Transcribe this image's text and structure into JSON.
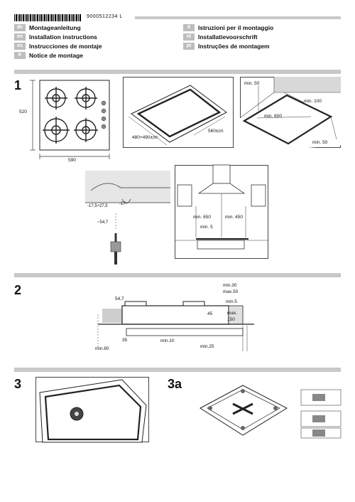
{
  "header": {
    "doc_number": "9000512234  L",
    "languages": [
      {
        "code": "de",
        "title": "Montageanleitung"
      },
      {
        "code": "en",
        "title": "Installation instructions"
      },
      {
        "code": "es",
        "title": "Instrucciones de montaje"
      },
      {
        "code": "fr",
        "title": "Notice de montage"
      },
      {
        "code": "it",
        "title": "Istruzioni per il montaggio"
      },
      {
        "code": "nl",
        "title": "Installatievoorschrift"
      },
      {
        "code": "pt",
        "title": "Instruções de montagem"
      }
    ]
  },
  "sections": {
    "s1": {
      "number": "1",
      "hob_height": "520",
      "hob_width": "590",
      "cutout_depth": "480+490±",
      "cutout_depth_tol": "2/0",
      "cutout_width": "560±",
      "cutout_width_tol": "2/0",
      "min_50_top": "min. 50",
      "min_100": "min. 100",
      "min_600": "min. 600",
      "min_50_side": "min. 50",
      "gas_dim_1": "-17,5÷27,5",
      "gas_dim_2": "-17",
      "gas_dim_3": "~54,7",
      "min_650": "min. 650",
      "min_450": "min. 450",
      "min_5": "min. 5"
    },
    "s2": {
      "number": "2",
      "dim_54_7": "54,7",
      "dim_45": "45",
      "min_30": "min.30",
      "max_50": "max.50",
      "min_5": "min.5",
      "max_150_a": "max.",
      "max_150_b": "150",
      "dim_35": "35",
      "min_10": "min.10",
      "min_80": "min.80",
      "min_25": "min.25"
    },
    "s3": {
      "number": "3"
    },
    "s3a": {
      "number": "3a"
    }
  },
  "colors": {
    "rule": "#c8c8c8",
    "badge": "#bdbdbd",
    "wall": "#d8d8d8"
  }
}
